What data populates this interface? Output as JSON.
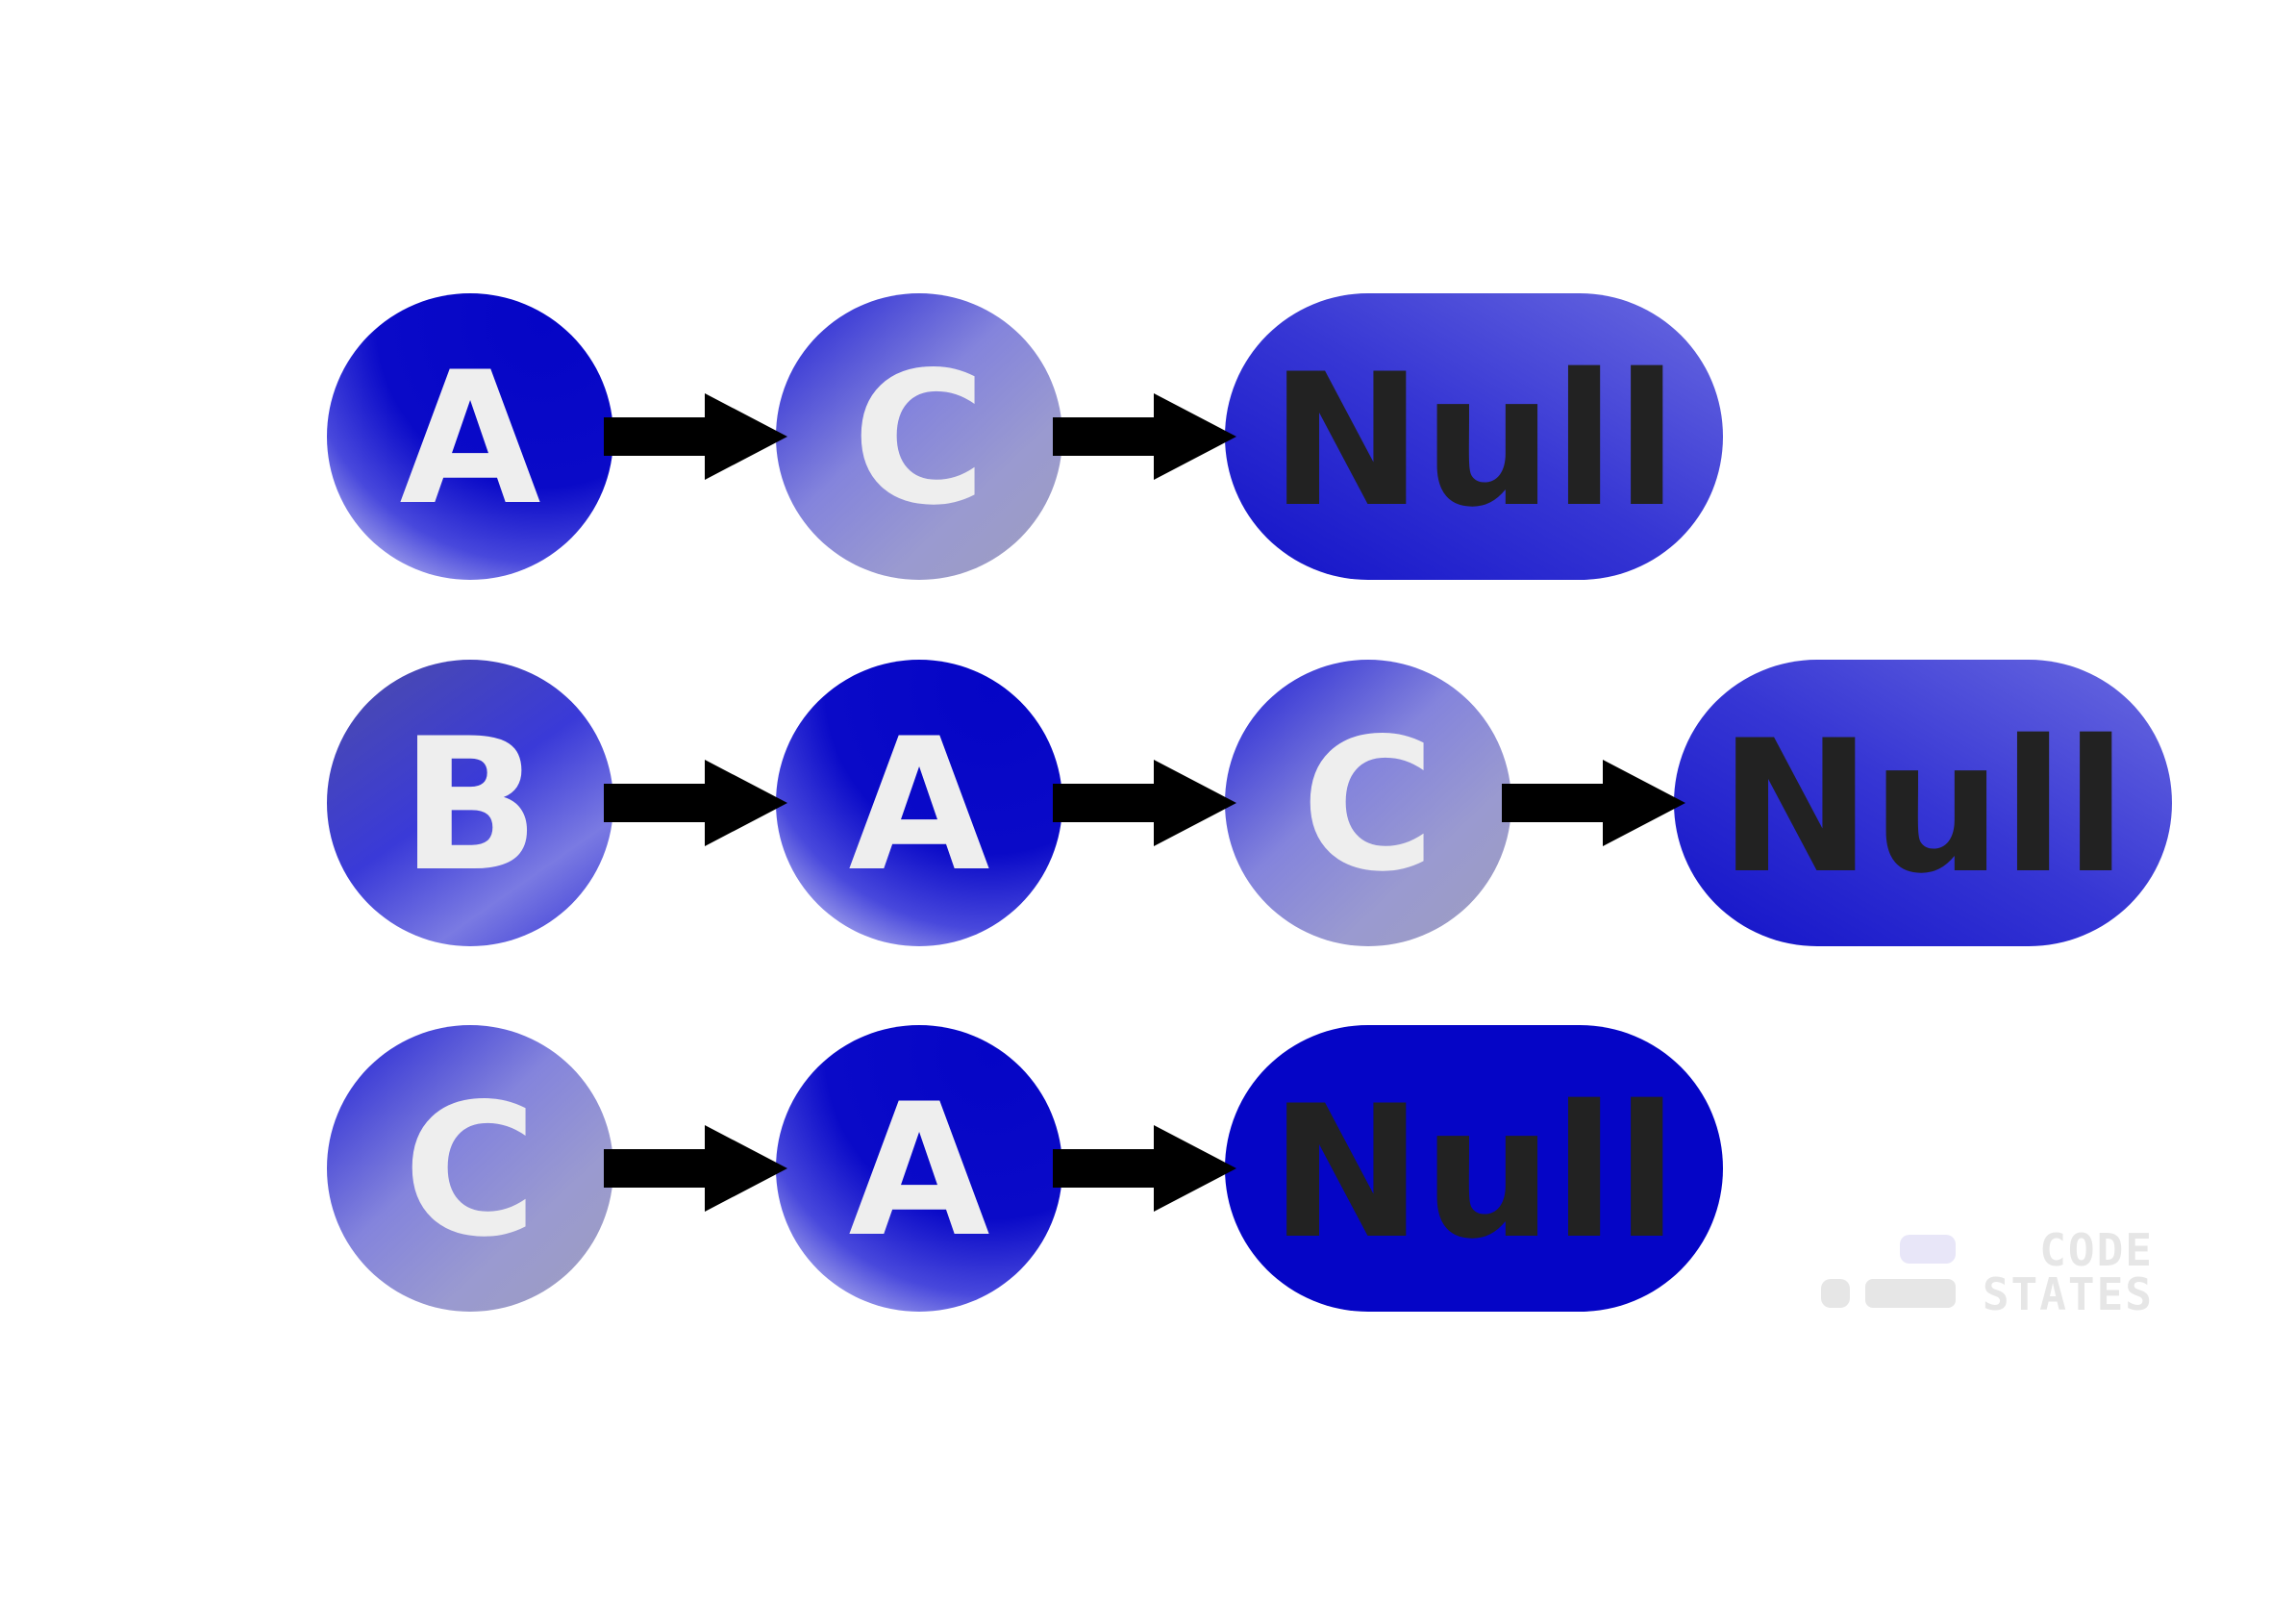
{
  "lists": [
    {
      "nodes": [
        "A",
        "C"
      ],
      "terminator": "Null"
    },
    {
      "nodes": [
        "B",
        "A",
        "C"
      ],
      "terminator": "Null"
    },
    {
      "nodes": [
        "C",
        "A"
      ],
      "terminator": "Null"
    }
  ],
  "logo": {
    "line1": "CODE",
    "line2": "STATES"
  },
  "colors": {
    "background": "#ffffff",
    "arrow": "#000000",
    "node_text": "#eeeeee",
    "null_text": "#222222",
    "node_A": "#0606c8",
    "node_B": "#3c3ccc",
    "node_C": "#8a8ad8",
    "null_fill": "#3a3ad6",
    "null_fill_solid": "#0505c6"
  }
}
